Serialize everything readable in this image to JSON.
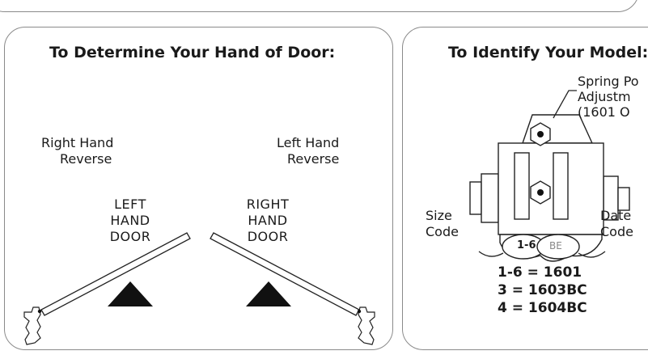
{
  "hand_section": {
    "title": "To Determine Your Hand of Door:",
    "left_swing_label": [
      "Right Hand",
      "Reverse"
    ],
    "right_swing_label": [
      "Left Hand",
      "Reverse"
    ],
    "left_door_label": [
      "LEFT",
      "HAND",
      "DOOR"
    ],
    "right_door_label": [
      "RIGHT",
      "HAND",
      "DOOR"
    ]
  },
  "model_section": {
    "title": "To Identify Your Model:",
    "spring_label": [
      "Spring Po",
      "Adjustm",
      "(1601 O"
    ],
    "size_label": [
      "Size",
      "Code"
    ],
    "date_label": [
      "Date",
      "Code"
    ],
    "size_code_stamp": "1-6",
    "date_code_stamp": "BE",
    "model_list": [
      "1-6 = 1601",
      "3 = 1603BC",
      "4 = 1604BC"
    ]
  }
}
